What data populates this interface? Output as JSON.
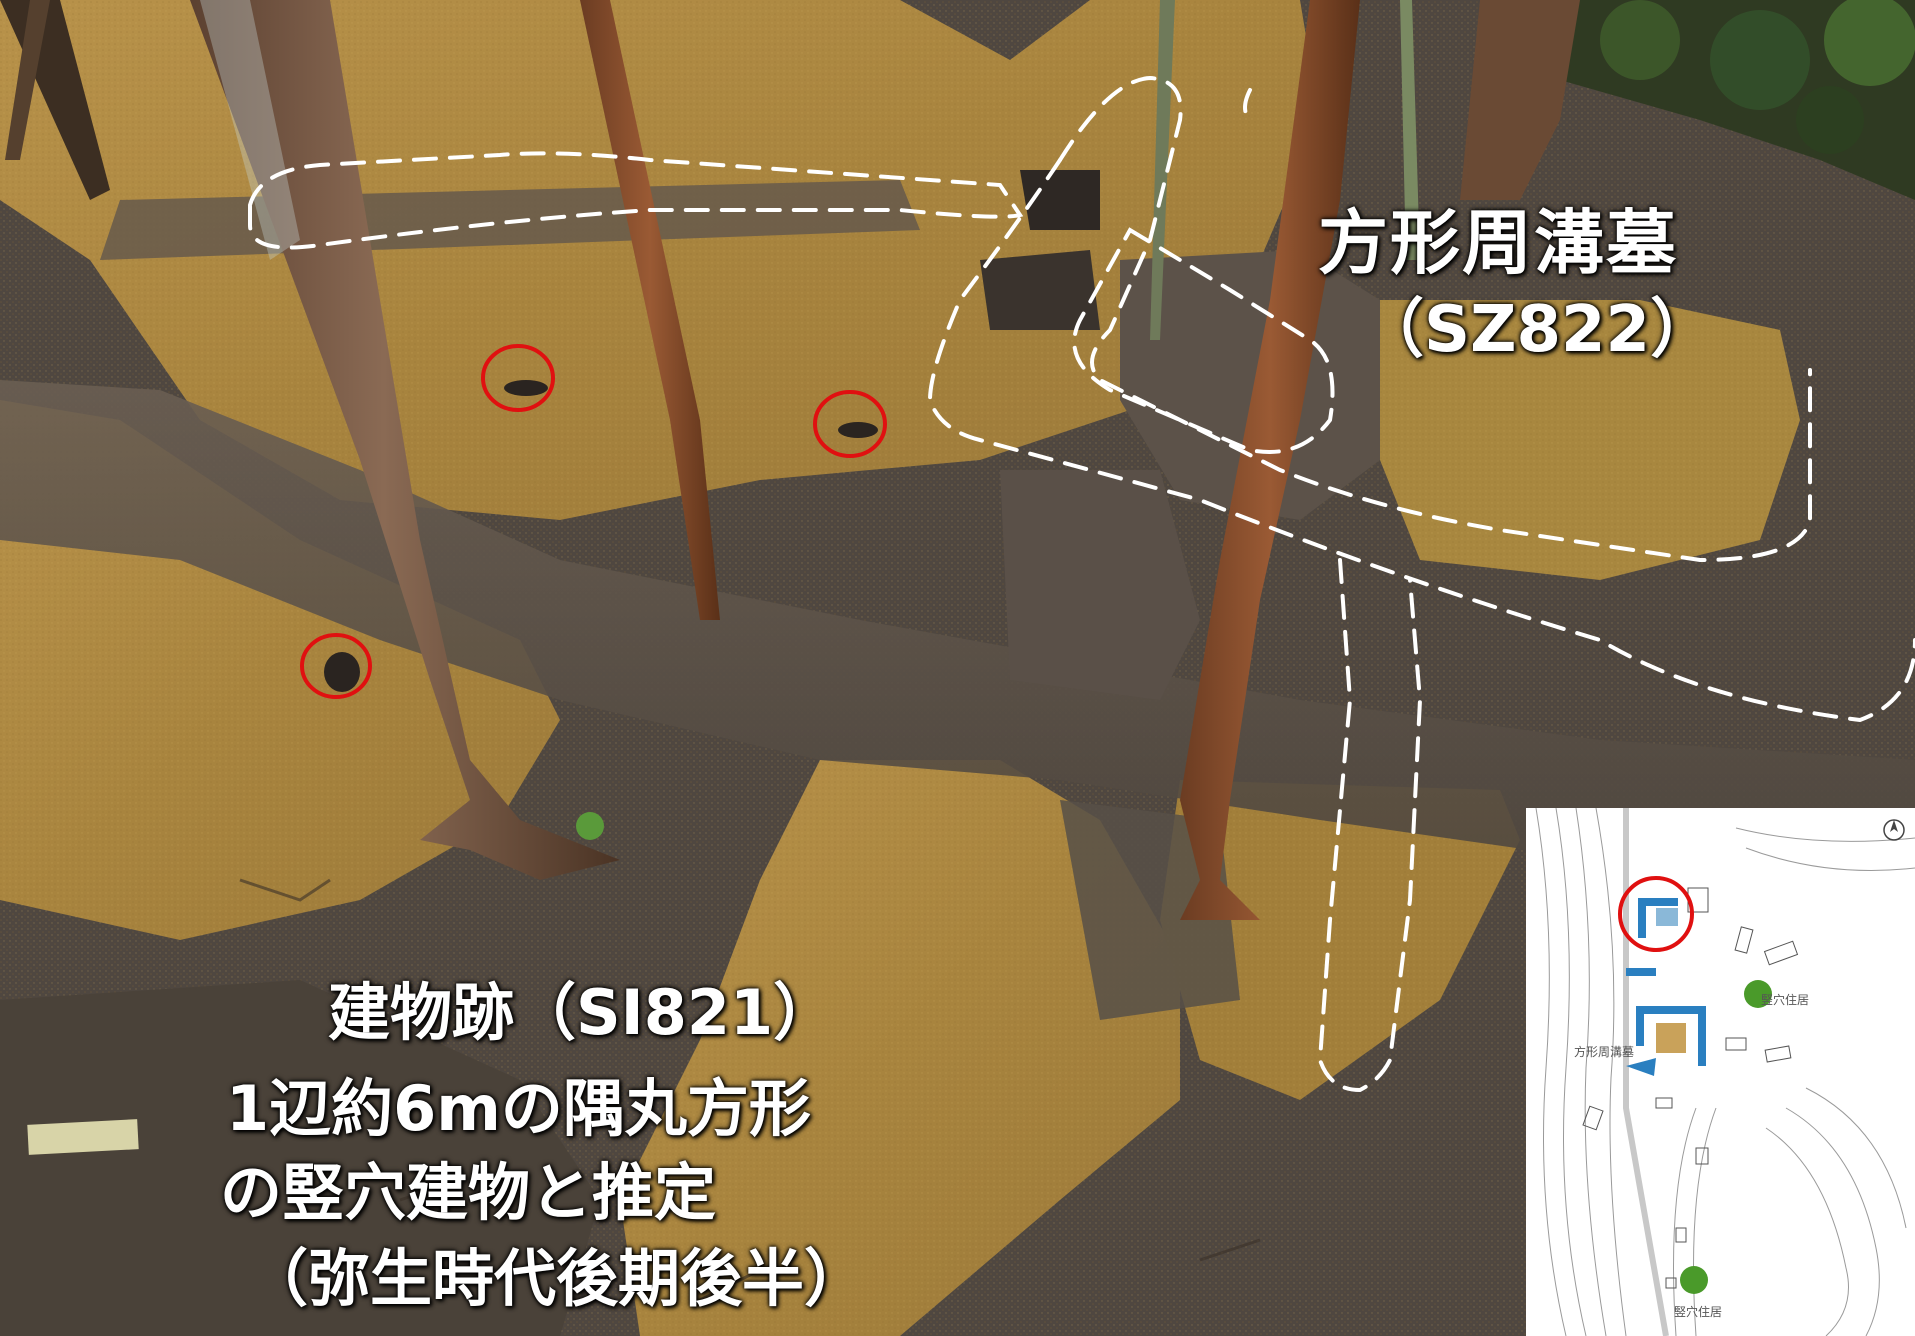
{
  "feature_tomb": {
    "title": "方形周溝墓",
    "code": "（SZ822）"
  },
  "feature_building": {
    "line1": "建物跡（SI821）",
    "line2": "1辺約6mの隅丸方形",
    "line3": "の竪穴建物と推定",
    "line4": "（弥生時代後期後半）"
  },
  "inset_map": {
    "label_building_top": "竪穴住居",
    "label_tomb": "方形周溝墓",
    "label_building_bottom": "竪穴住居"
  },
  "colors": {
    "soil": "#b08a3c",
    "trench": "#5a5048",
    "highlight_circle": "#e01010",
    "dashed_outline": "#ffffff",
    "map_feature": "#2a7fc0",
    "map_green": "#4a9a2a"
  },
  "icons": [
    "pit-marker-icon",
    "north-arrow-icon",
    "site-location-circle-icon"
  ]
}
